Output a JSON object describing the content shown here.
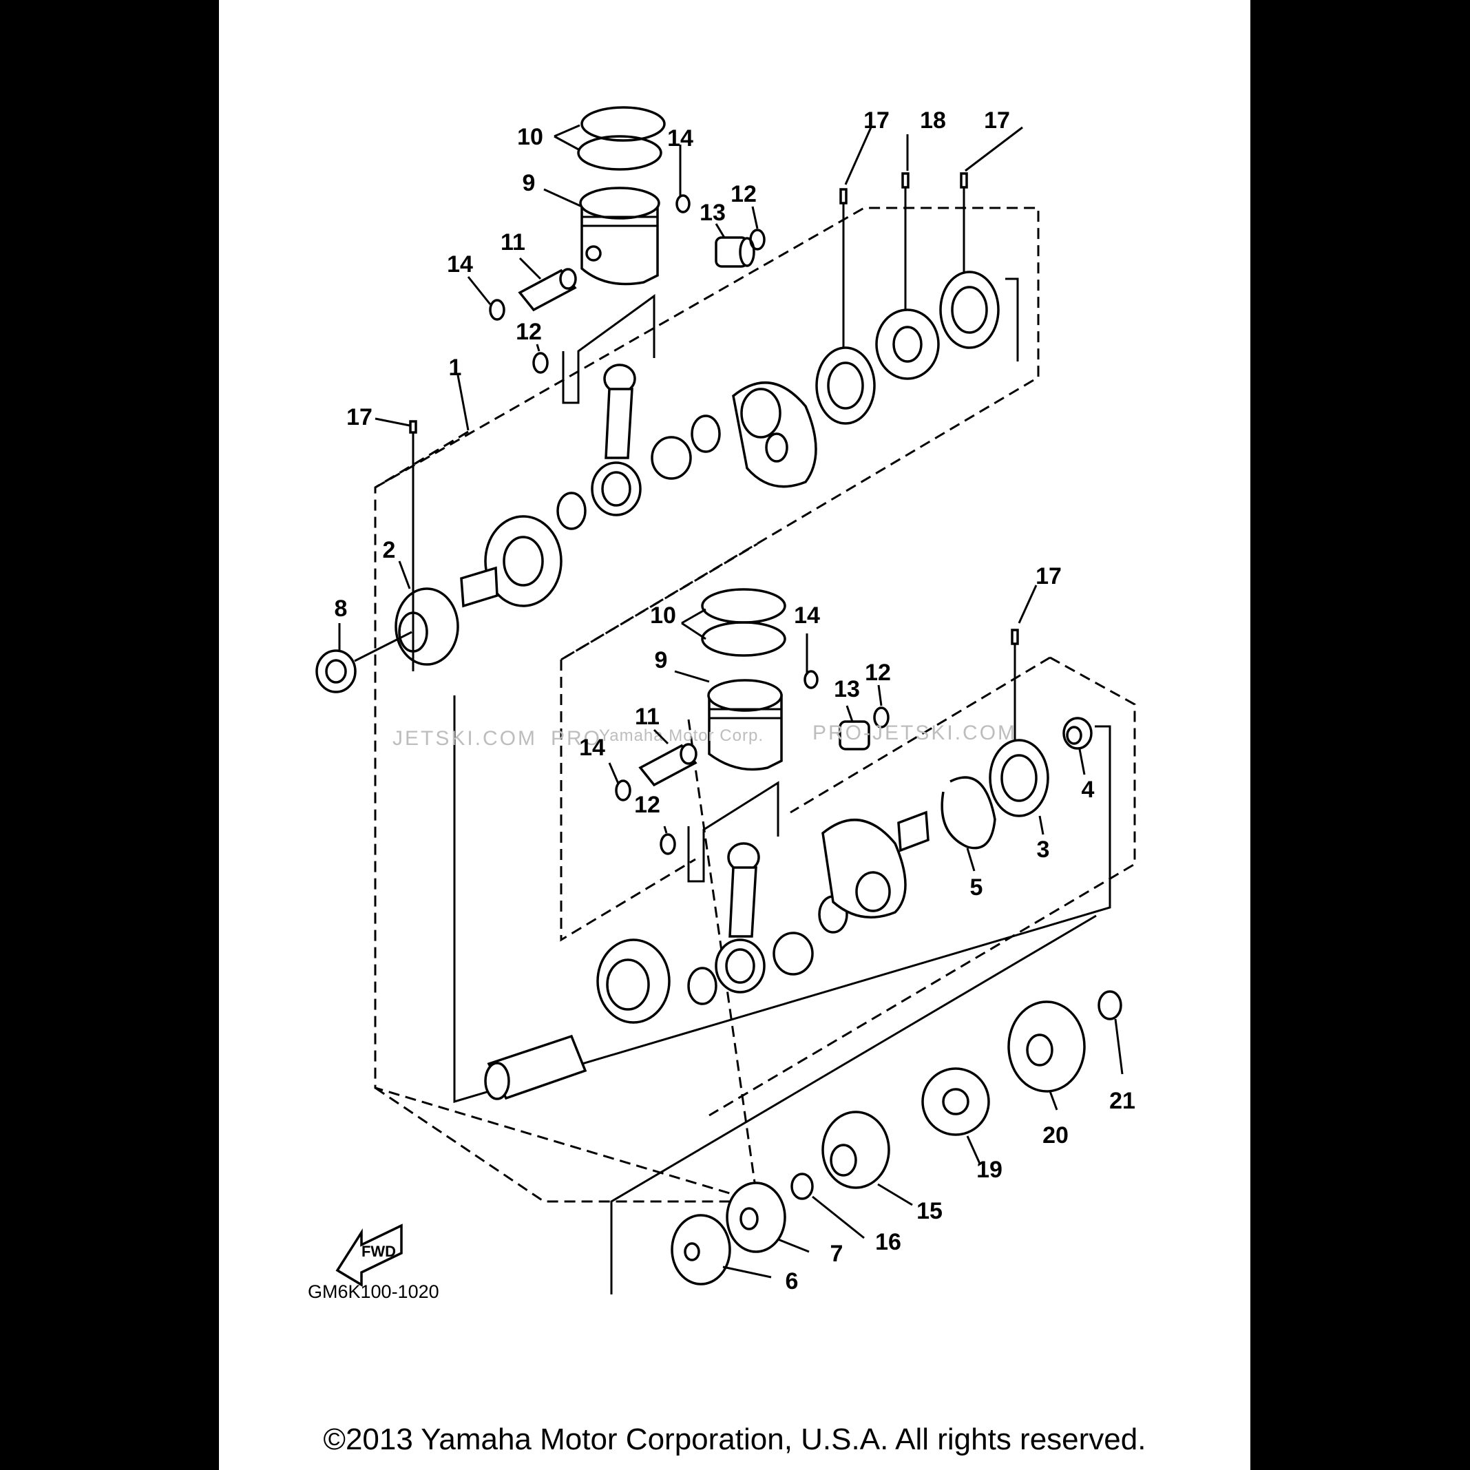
{
  "diagram_code": "GM6K100-1020",
  "copyright": "©2013 Yamaha Motor Corporation, U.S.A. All rights reserved.",
  "fwd_label": "FWD",
  "watermarks": [
    "JETSKI.COM",
    "PRO",
    "Yamaha Motor Corp.",
    "PRO-JETSKI.COM"
  ],
  "callouts": {
    "c1": "1",
    "c2": "2",
    "c3": "3",
    "c4": "4",
    "c5": "5",
    "c6": "6",
    "c7": "7",
    "c8": "8",
    "c9a": "9",
    "c9b": "9",
    "c10a": "10",
    "c10b": "10",
    "c11a": "11",
    "c11b": "11",
    "c12a": "12",
    "c12b": "12",
    "c12c": "12",
    "c12d": "12",
    "c13a": "13",
    "c13b": "13",
    "c14a": "14",
    "c14b": "14",
    "c14c": "14",
    "c14d": "14",
    "c15": "15",
    "c16": "16",
    "c17a": "17",
    "c17b": "17",
    "c17c": "17",
    "c17d": "17",
    "c18": "18",
    "c19": "19",
    "c20": "20",
    "c21": "21"
  }
}
